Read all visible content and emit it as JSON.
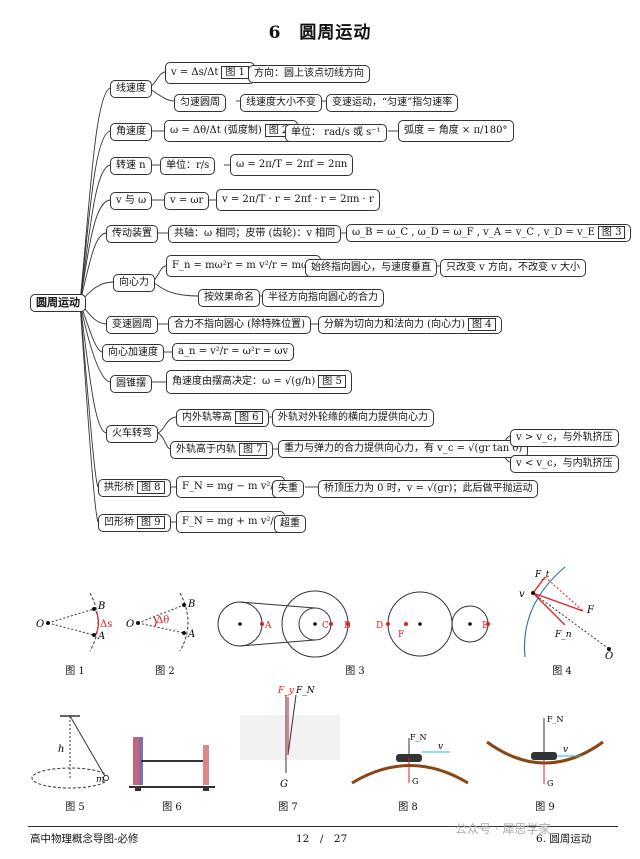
{
  "title": "6　圆周运动",
  "root": "圆周运动",
  "nodes": {
    "xsd": "线速度",
    "xsd_formula": "v = Δs/Δt",
    "xsd_fig": "图 1",
    "xsd_dir": "方向：圆上该点切线方向",
    "yszz": "匀速圆周",
    "yszz_a": "线速度大小不变",
    "yszz_b": "变速运动，“匀速”指匀速率",
    "jsd": "角速度",
    "jsd_formula": "ω = Δθ/Δt (弧度制)",
    "jsd_fig": "图 2",
    "jsd_unit": "单位： rad/s 或 s⁻¹",
    "jsd_rad": "弧度 = 角度 × π/180°",
    "zs": "转速 n",
    "zs_unit": "单位：r/s",
    "zs_formula": "ω = 2π/T = 2πf = 2πn",
    "vw": "v 与 ω",
    "vw_a": "v = ωr",
    "vw_b": "v = 2π/T · r = 2πf · r = 2πn · r",
    "cdzz": "传动装置",
    "cdzz_a": "共轴：ω 相同；皮带 (齿轮)：v 相同",
    "cdzz_b": "ω_B = ω_C , ω_D = ω_F , v_A = v_C , v_D = v_E",
    "cdzz_fig": "图 3",
    "xxl": "向心力",
    "xxl_formula": "F_n = mω²r = m v²/r = mωv",
    "xxl_a": "始终指向圆心，与速度垂直",
    "xxl_b": "只改变 v 方向，不改变 v 大小",
    "xxl_c": "按效果命名",
    "xxl_d": "半径方向指向圆心的合力",
    "bsyz": "变速圆周",
    "bsyz_a": "合力不指向圆心 (除特殊位置)",
    "bsyz_b": "分解为切向力和法向力 (向心力)",
    "bsyz_fig": "图 4",
    "xxjsd": "向心加速度",
    "xxjsd_formula": "a_n = v²/r = ω²r = ωv",
    "yzb": "圆锥摆",
    "yzb_a": "角速度由摆高决定：ω = √(g/h)",
    "yzb_fig": "图 5",
    "hczw": "火车转弯",
    "hczw_a": "内外轨等高",
    "hczw_a_fig": "图 6",
    "hczw_a2": "外轨对外轮缘的横向力提供向心力",
    "hczw_b": "外轨高于内轨",
    "hczw_b_fig": "图 7",
    "hczw_b2": "重力与弹力的合力提供向心力，有 v_c = √(gr tan θ)",
    "hczw_c1": "v > v_c，与外轨挤压",
    "hczw_c2": "v < v_c，与内轨挤压",
    "gxq": "拱形桥",
    "gxq_fig": "图 8",
    "gxq_formula": "F_N = mg − m v²/r",
    "gxq_a": "失重",
    "gxq_b": "桥顶压力为 0 时，v = √(gr)；此后做平抛运动",
    "axq": "凹形桥",
    "axq_fig": "图 9",
    "axq_formula": "F_N = mg + m v²/r",
    "axq_a": "超重"
  },
  "figures": {
    "f1": "图 1",
    "f2": "图 2",
    "f3": "图 3",
    "f4": "图 4",
    "f5": "图 5",
    "f6": "图 6",
    "f7": "图 7",
    "f8": "图 8",
    "f9": "图 9"
  },
  "fig_labels": {
    "O": "O",
    "A": "A",
    "B": "B",
    "C": "C",
    "D": "D",
    "E": "E",
    "F": "F",
    "ds": "Δs",
    "dth": "Δθ",
    "v": "v",
    "Ft": "F_t",
    "Fn": "F_n",
    "h": "h",
    "m": "m",
    "Fy": "F_y",
    "FN": "F_N",
    "G": "G"
  },
  "footer": {
    "left": "高中物理概念导图-必修",
    "page": "12　/　27",
    "right": "6. 圆周运动",
    "watermark": "公众号 · 犀思学家"
  }
}
